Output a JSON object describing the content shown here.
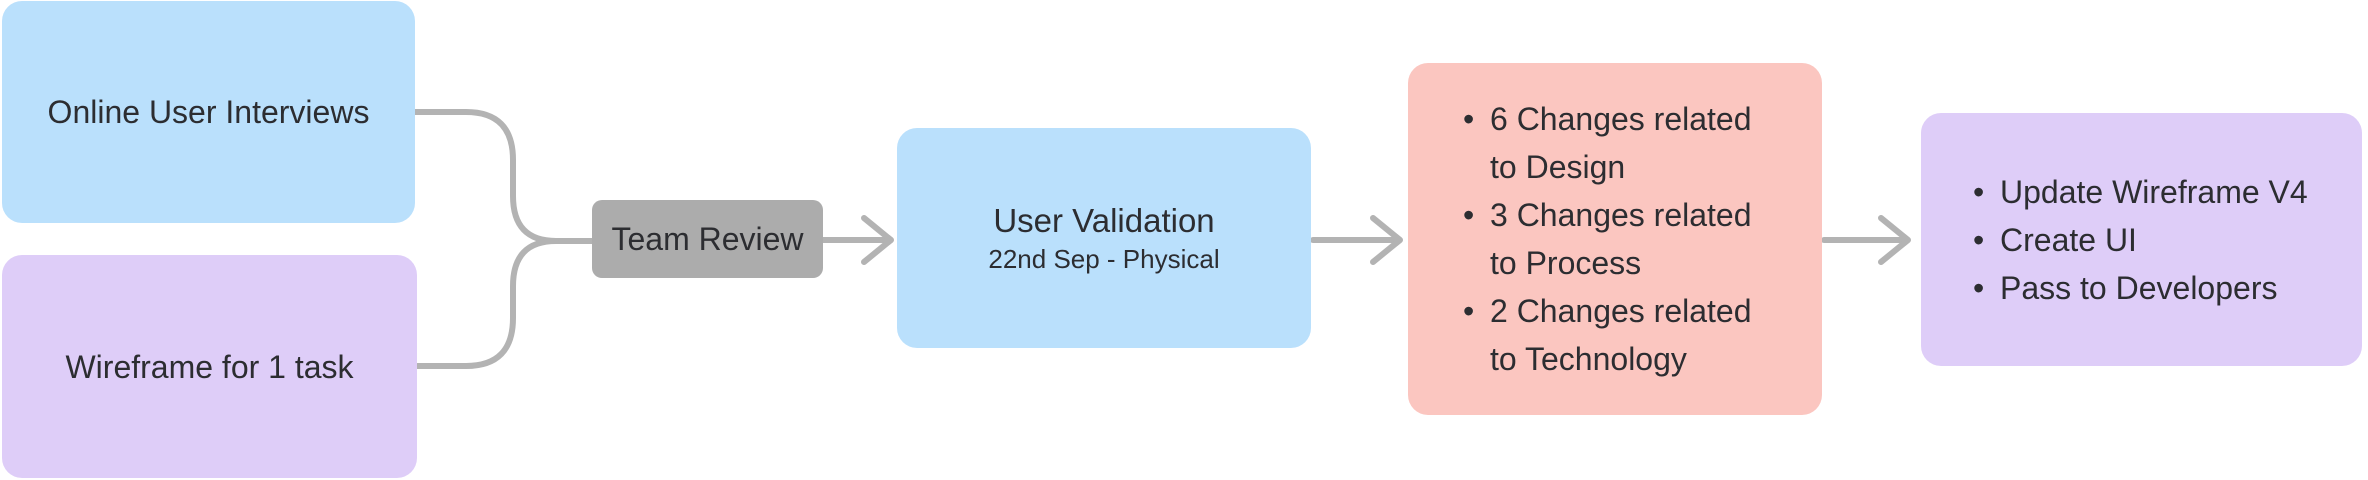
{
  "diagram": {
    "type": "flowchart",
    "background": "#ffffff",
    "connector_color": "#b3b3b3",
    "text_color": "#2c2d31",
    "nodes": {
      "online_interviews": {
        "label": "Online User Interviews",
        "color": "#bae0fc"
      },
      "wireframe": {
        "label": "Wireframe for 1 task",
        "color": "#decdf8"
      },
      "team_review": {
        "label": "Team Review",
        "color": "#acacac"
      },
      "user_validation": {
        "title": "User Validation",
        "subtitle": "22nd Sep - Physical",
        "color": "#bae0fc"
      },
      "changes": {
        "items": [
          "6 Changes related to Design",
          "3 Changes related to Process",
          "2 Changes related to Technology"
        ],
        "color": "#fbc6c0"
      },
      "next_steps": {
        "items": [
          "Update Wireframe V4",
          "Create UI",
          "Pass to Developers"
        ],
        "color": "#decdf8"
      }
    },
    "edges": [
      {
        "from": "online_interviews",
        "to": "team_review"
      },
      {
        "from": "wireframe",
        "to": "team_review"
      },
      {
        "from": "team_review",
        "to": "user_validation"
      },
      {
        "from": "user_validation",
        "to": "changes"
      },
      {
        "from": "changes",
        "to": "next_steps"
      }
    ]
  }
}
